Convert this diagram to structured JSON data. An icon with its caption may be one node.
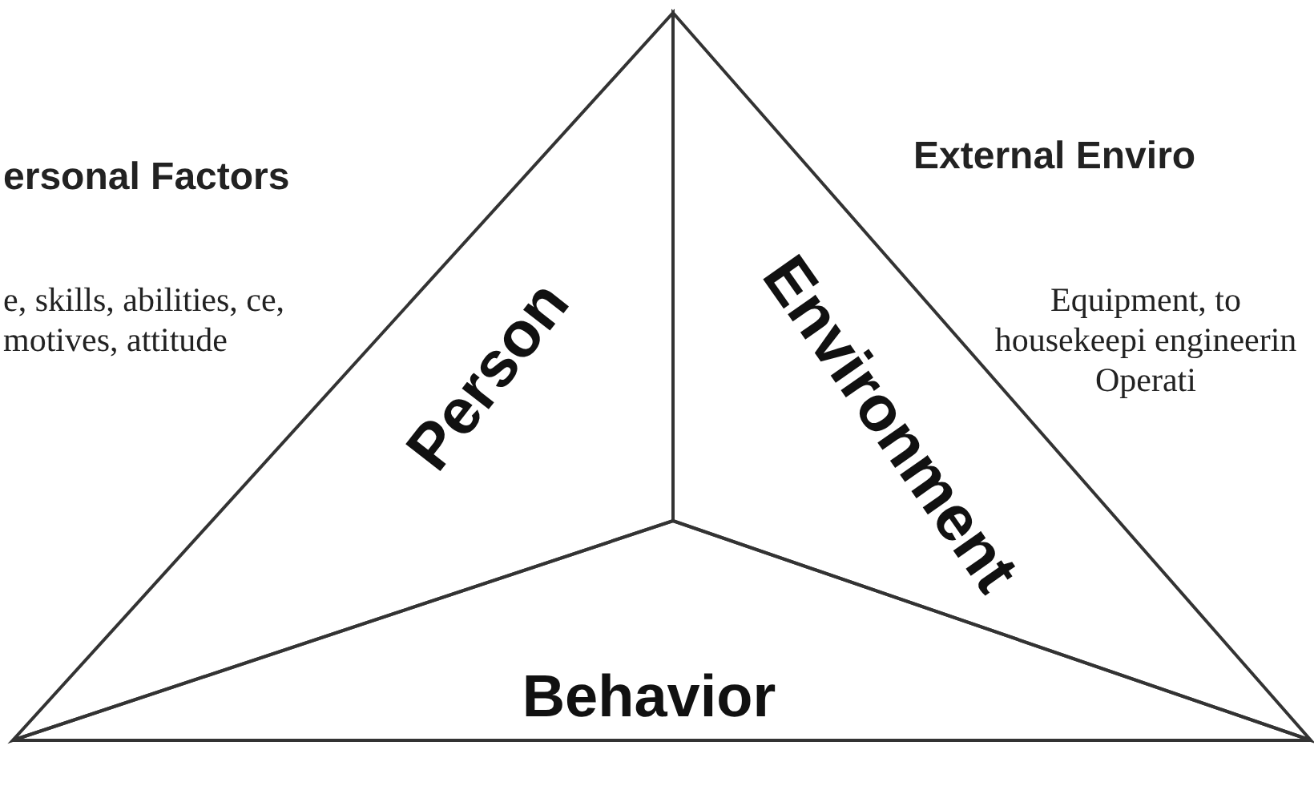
{
  "diagram": {
    "nodes": [
      {
        "text": [
          "Person"
        ]
      },
      {
        "text": [
          "Environment"
        ]
      },
      {
        "text": [
          "Behavior"
        ]
      }
    ],
    "labels": [
      "ersonal Factors",
      "e, skills, abilities, ce, motives, attitude",
      "External Enviro",
      "Equipment, to housekeepi engineerin Operati"
    ]
  }
}
